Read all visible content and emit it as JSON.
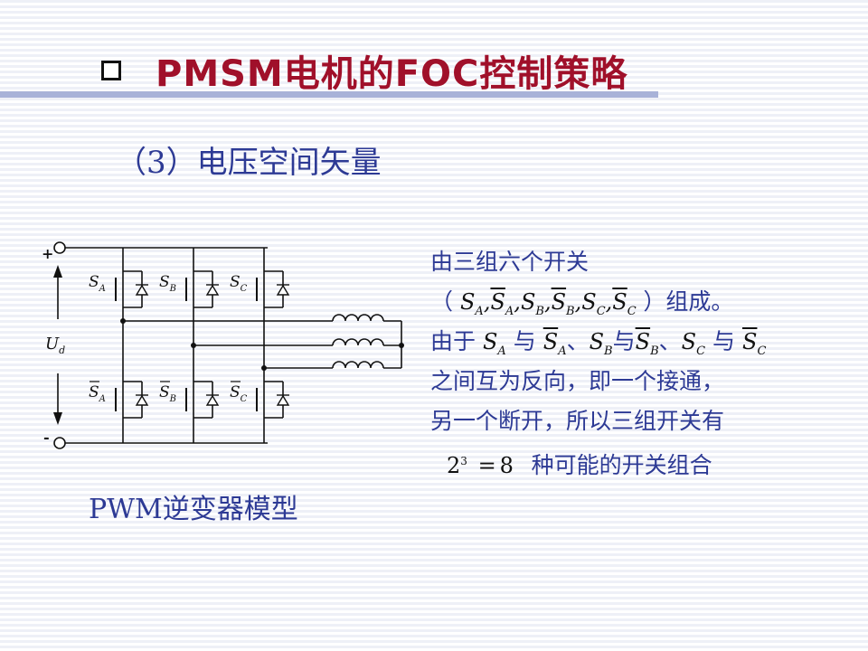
{
  "title": {
    "checkbox_icon": "checkbox-square-icon",
    "text": "PMSM电机的FOC控制策略",
    "color": "#a0102a",
    "underline_color": "#a8b2d8"
  },
  "subtitle": "（3）电压空间矢量",
  "circuit": {
    "plus": "+",
    "minus": "-",
    "voltage_main": "U",
    "voltage_sub": "d",
    "upper_switches": [
      {
        "main": "S",
        "sub": "A",
        "overline": false
      },
      {
        "main": "S",
        "sub": "B",
        "overline": false
      },
      {
        "main": "S",
        "sub": "C",
        "overline": false
      }
    ],
    "lower_switches": [
      {
        "main": "S",
        "sub": "A",
        "overline": true
      },
      {
        "main": "S",
        "sub": "B",
        "overline": true
      },
      {
        "main": "S",
        "sub": "C",
        "overline": true
      }
    ],
    "caption": "PWM逆变器模型"
  },
  "description": {
    "line1": "由三组六个开关",
    "line2_open": "（",
    "line2_close": "）组成。",
    "line3_start": "由于",
    "and_word": "与",
    "separator": "、",
    "line4": "之间互为反向，即一个接通，",
    "line5": "另一个断开，所以三组开关有",
    "equation_base": "2",
    "equation_exp": "3",
    "equation_eq": "=",
    "equation_result": "8",
    "line6_tail": "种可能的开关组合",
    "text_color": "#2d3a95"
  }
}
